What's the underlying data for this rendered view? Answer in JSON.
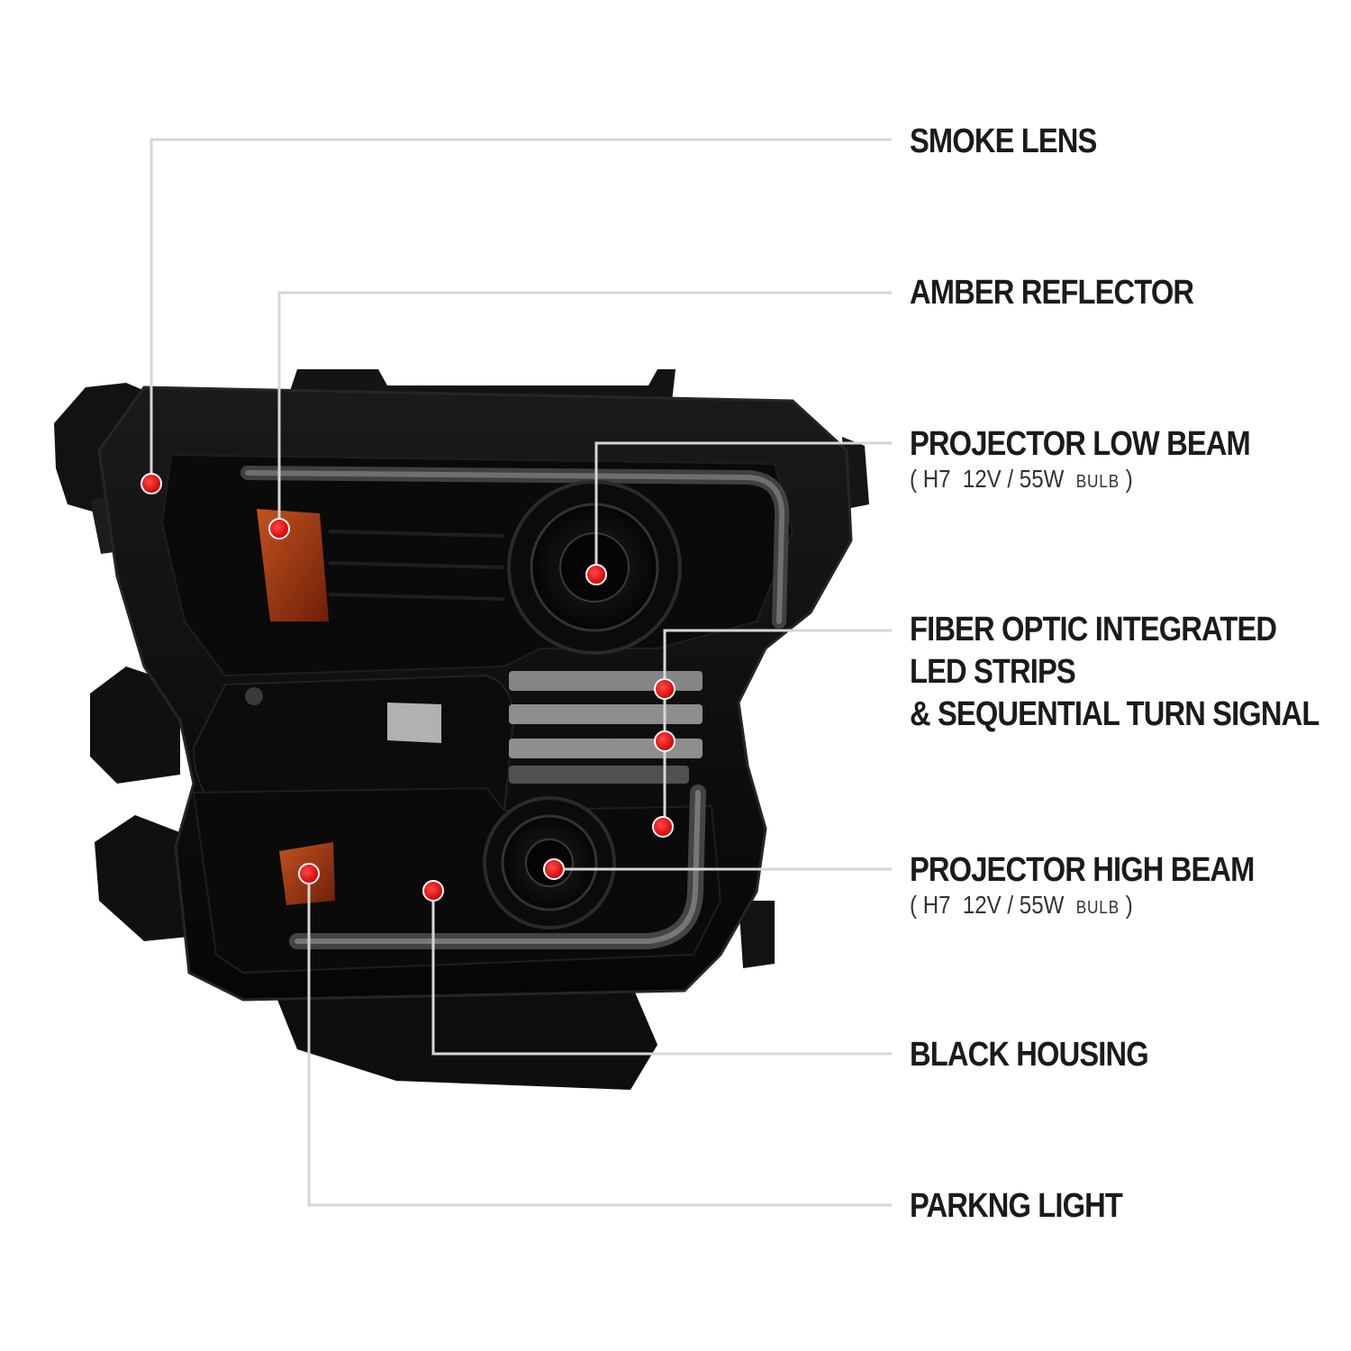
{
  "colors": {
    "leader_line": "#d6d6d6",
    "marker": "#e60000",
    "amber": "#a23a12",
    "housing": "#0d0d0d",
    "led_strip": "#b8b8b8"
  },
  "callouts": [
    {
      "id": "smoke-lens",
      "title": [
        "SMOKE LENS"
      ]
    },
    {
      "id": "amber-reflector",
      "title": [
        "AMBER REFLECTOR"
      ]
    },
    {
      "id": "projector-low-beam",
      "title": [
        "PROJECTOR LOW BEAM"
      ],
      "spec": {
        "bulb_type": "H7",
        "rating": "12V / 55W",
        "unit": "BULB"
      }
    },
    {
      "id": "fiber-optic-led",
      "title": [
        "FIBER OPTIC INTEGRATED",
        "LED STRIPS",
        "& SEQUENTIAL TURN SIGNAL"
      ]
    },
    {
      "id": "projector-high-beam",
      "title": [
        "PROJECTOR HIGH BEAM"
      ],
      "spec": {
        "bulb_type": "H7",
        "rating": "12V / 55W",
        "unit": "BULB"
      }
    },
    {
      "id": "black-housing",
      "title": [
        "BLACK HOUSING"
      ]
    },
    {
      "id": "parking-light",
      "title": [
        "PARKNG LIGHT"
      ]
    }
  ]
}
